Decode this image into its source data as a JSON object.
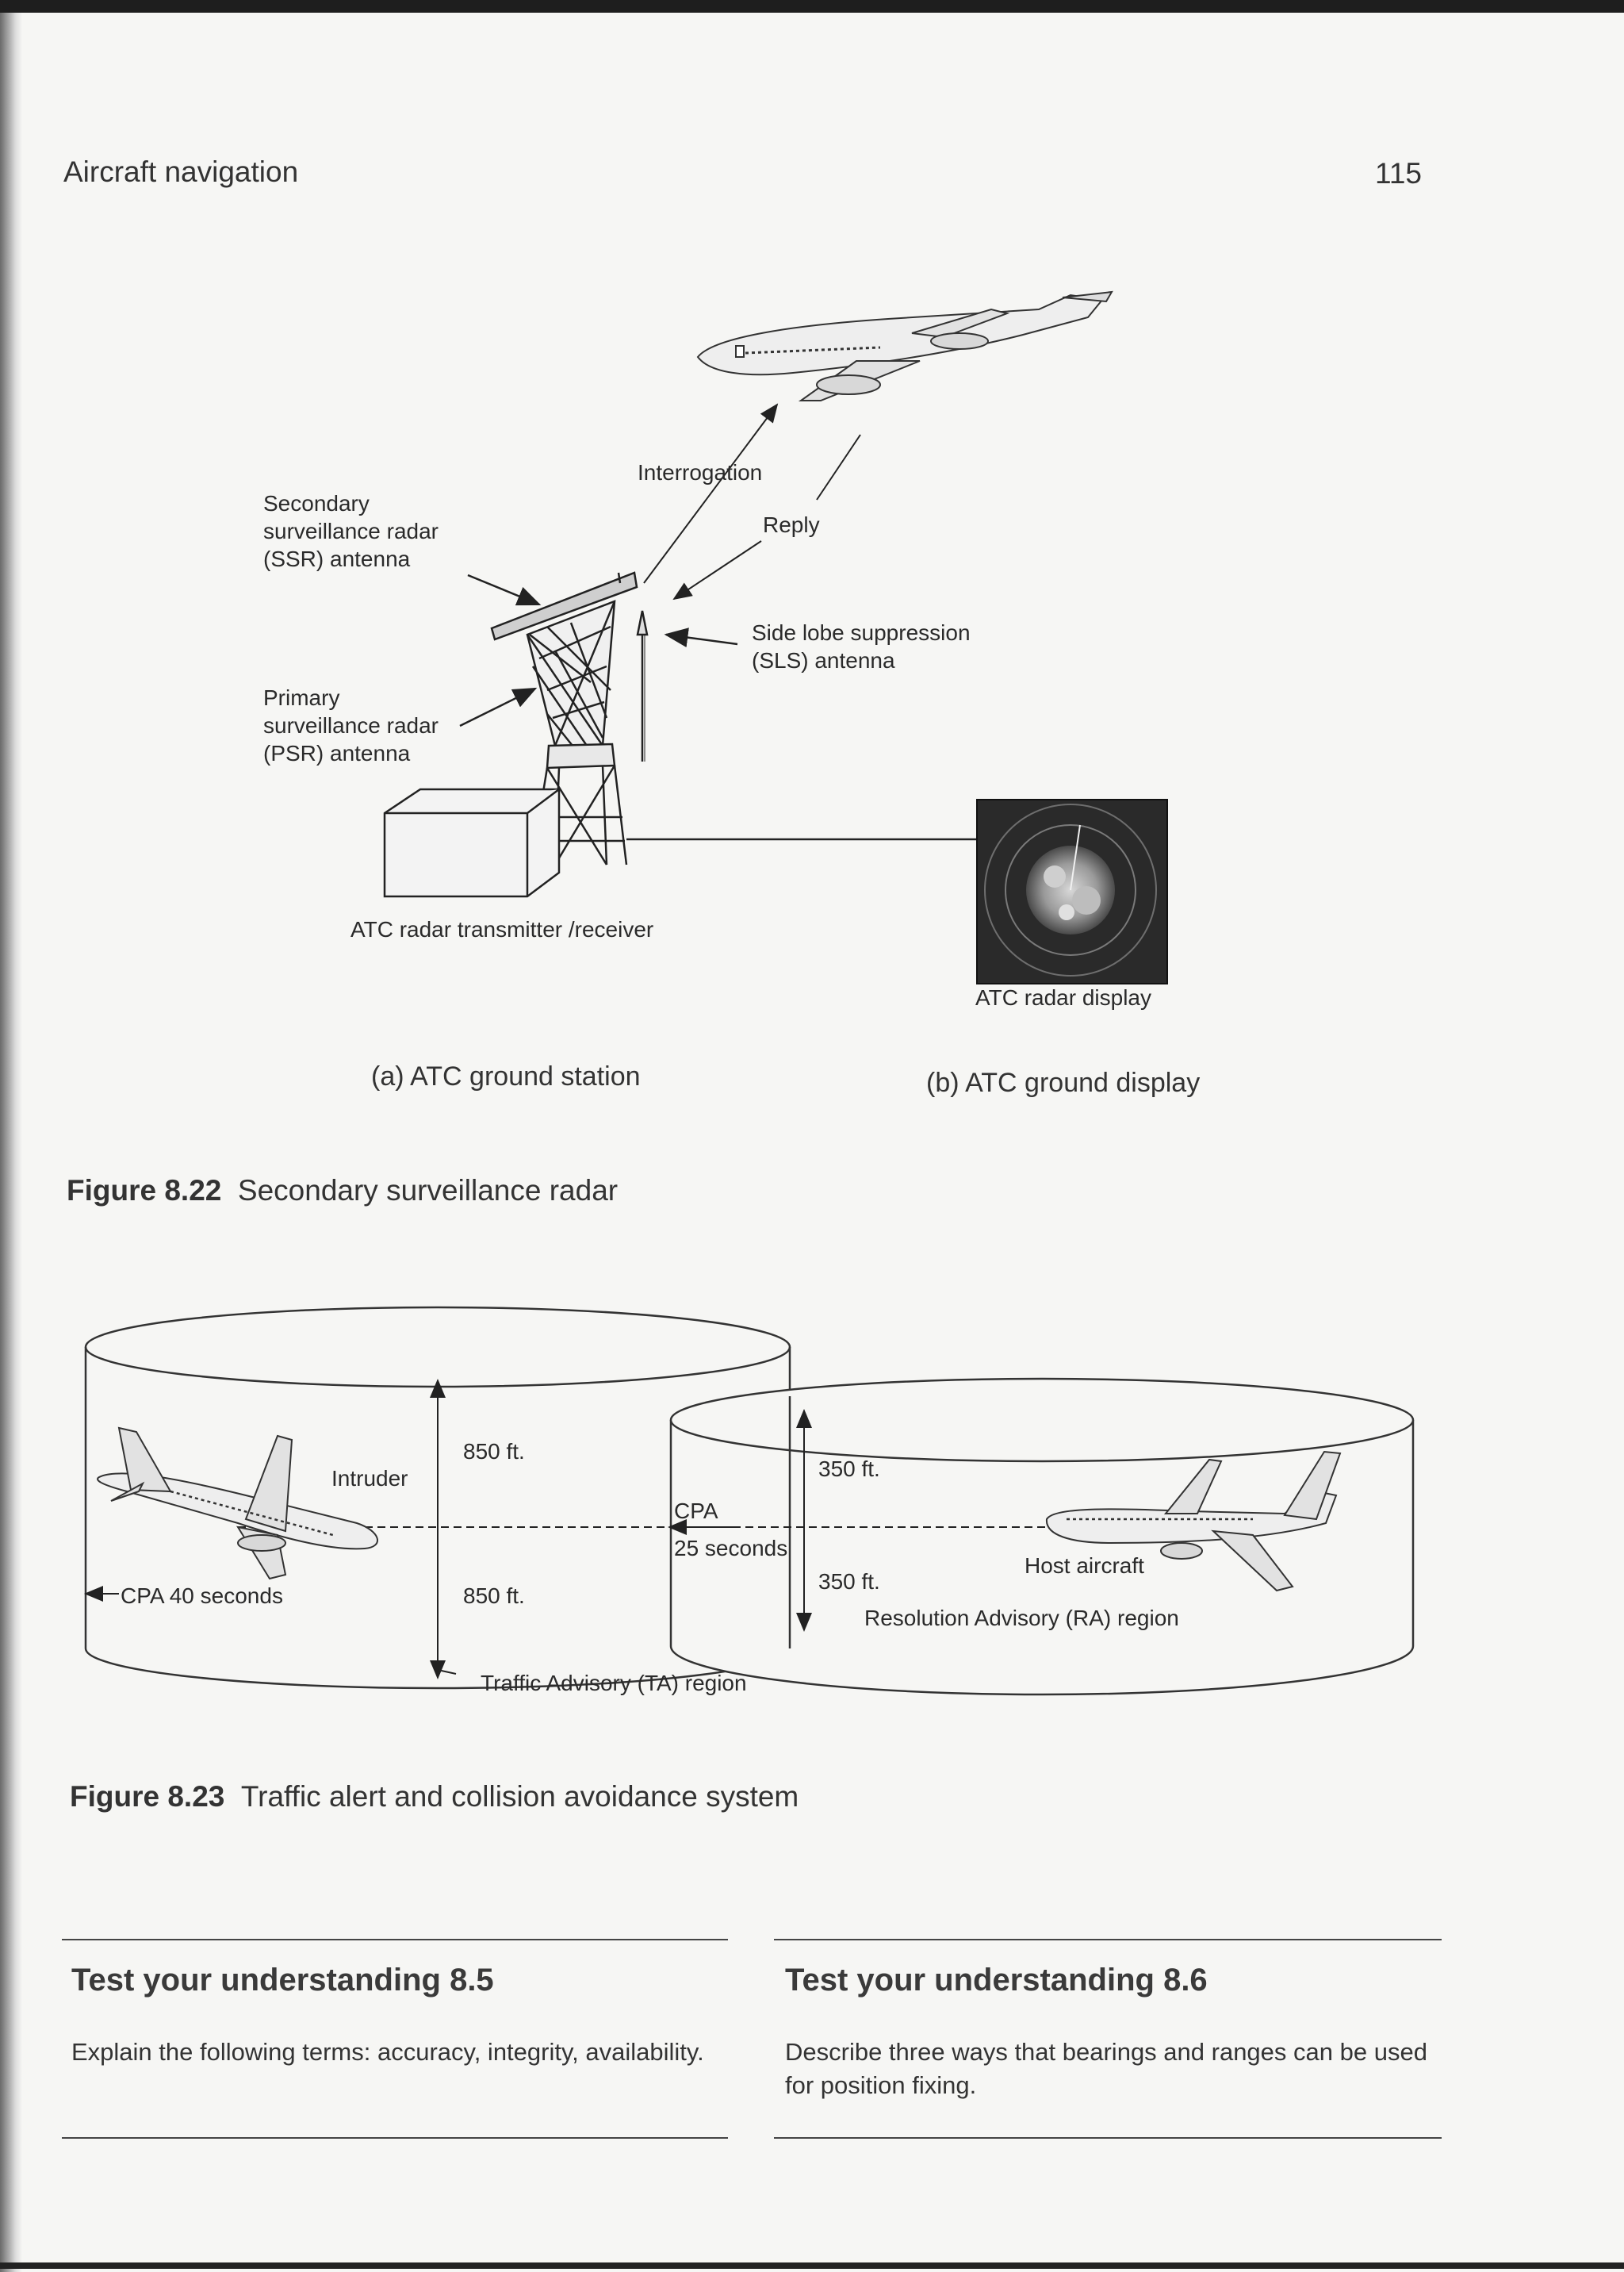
{
  "header": {
    "section": "Aircraft navigation",
    "page_number": "115"
  },
  "figure_8_22": {
    "labels": {
      "interrogation": "Interrogation",
      "reply": "Reply",
      "ssr": "Secondary\nsurveillance radar\n(SSR) antenna",
      "sls": "Side lobe suppression\n(SLS) antenna",
      "psr": "Primary\nsurveillance radar\n(PSR) antenna",
      "transmitter": "ATC radar transmitter /receiver",
      "display": "ATC radar display"
    },
    "sub_a": "(a) ATC ground station",
    "sub_b": "(b) ATC ground display",
    "number": "Figure 8.22",
    "title": "Secondary surveillance radar"
  },
  "figure_8_23": {
    "labels": {
      "intruder": "Intruder",
      "ft850_top": "850 ft.",
      "ft850_bottom": "850 ft.",
      "ft350_top": "350 ft.",
      "ft350_bottom": "350 ft.",
      "cpa": "CPA",
      "seconds25": "25 seconds",
      "cpa40": "CPA 40 seconds",
      "host": "Host aircraft",
      "ra": "Resolution Advisory (RA) region",
      "ta": "Traffic Advisory (TA) region"
    },
    "number": "Figure 8.23",
    "title": "Traffic alert and collision avoidance system"
  },
  "test_8_5": {
    "title": "Test your understanding 8.5",
    "body": "Explain the following terms: accuracy, integrity, availability."
  },
  "test_8_6": {
    "title": "Test your understanding 8.6",
    "body": "Describe three ways that bearings and ranges can be used for position fixing."
  }
}
